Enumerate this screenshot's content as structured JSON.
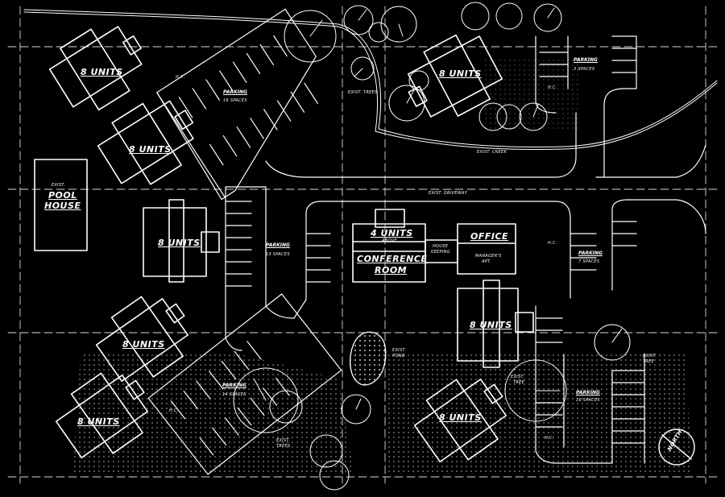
{
  "buildings": {
    "units_nw_top": "8 UNITS",
    "units_nw_mid": "8 UNITS",
    "units_center_west": "8 UNITS",
    "units_sw_top": "8 UNITS",
    "units_sw_bottom": "8 UNITS",
    "units_ne": "8 UNITS",
    "units_center_east": "8 UNITS",
    "units_se": "8 UNITS",
    "pool_exist": "EXIST.",
    "pool_line1": "POOL",
    "pool_line2": "HOUSE",
    "above_units": "4 UNITS",
    "above_note": "ABOVE",
    "conference_line1": "CONFERENCE",
    "conference_line2": "ROOM",
    "housekeeping_line1": "HOUSE",
    "housekeeping_line2": "KEEPING",
    "office": "OFFICE",
    "managers_line1": "MANAGER'S",
    "managers_line2": "APT."
  },
  "parking": {
    "nw_title": "PARKING",
    "nw_spaces": "16 SPACES",
    "nw_hc": "H.C.",
    "ne_title": "PARKING",
    "ne_spaces": "3 SPACES",
    "ne_hc": "H.C.",
    "cw_title": "PARKING",
    "cw_spaces": "13 SPACES",
    "sw_title": "PARKING",
    "sw_spaces": "14 SPACES",
    "sw_hc": "H.C.",
    "e_title": "PARKING",
    "e_spaces": "7 SPACES",
    "e_hc": "H.C.",
    "se_title": "PARKING",
    "se_spaces": "16 SPACES",
    "se_hc": "H.C."
  },
  "site": {
    "exist_trees_north": "EXIST. TREES",
    "exist_creek": "EXIST. CREEK",
    "exist_driveway": "EXIST. DRIVEWAY",
    "exist_pond_1": "EXIST.",
    "exist_pond_2": "POND",
    "exist_tree_1": "EXIST.",
    "exist_tree_2": "TREE",
    "exist_trees_south_1": "EXIST.",
    "exist_trees_south_2": "TREES",
    "exist_tree_se_1": "EXIST.",
    "exist_tree_se_2": "TREE",
    "north": "NORTH"
  },
  "colors": {
    "ink": "#ffffff",
    "paper": "#000000"
  },
  "icons": [
    "north-arrow-icon",
    "tree-icon"
  ]
}
